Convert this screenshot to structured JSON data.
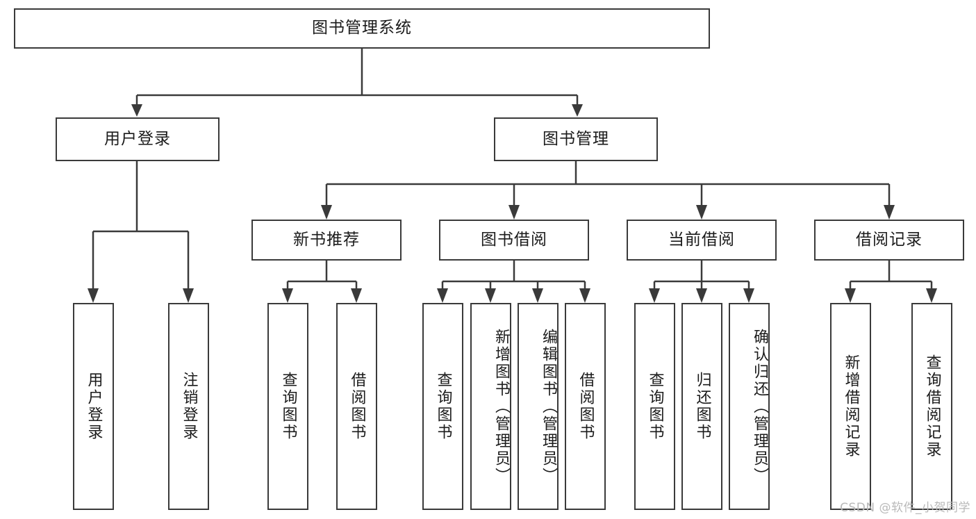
{
  "diagram": {
    "title": "图书管理系统",
    "type": "tree-hierarchy",
    "root": {
      "id": "root",
      "label": "图书管理系统"
    },
    "level2": [
      {
        "id": "user-login",
        "label": "用户登录"
      },
      {
        "id": "book-manage",
        "label": "图书管理"
      }
    ],
    "level3": [
      {
        "id": "new-book-rec",
        "label": "新书推荐"
      },
      {
        "id": "book-borrow",
        "label": "图书借阅"
      },
      {
        "id": "current-borrow",
        "label": "当前借阅"
      },
      {
        "id": "borrow-record",
        "label": "借阅记录"
      }
    ],
    "leaves": {
      "user_login": [
        {
          "id": "leaf-user-login",
          "label": "用户登录"
        },
        {
          "id": "leaf-user-logout",
          "label": "注销登录"
        }
      ],
      "new_book_rec": [
        {
          "id": "leaf-query-book-1",
          "label": "查询图书"
        },
        {
          "id": "leaf-borrow-book-1",
          "label": "借阅图书"
        }
      ],
      "book_borrow": [
        {
          "id": "leaf-query-book-2",
          "label": "查询图书"
        },
        {
          "id": "leaf-add-book",
          "label": "新增图书（管理员）"
        },
        {
          "id": "leaf-edit-book",
          "label": "编辑图书（管理员）"
        },
        {
          "id": "leaf-borrow-book-2",
          "label": "借阅图书"
        }
      ],
      "current_borrow": [
        {
          "id": "leaf-query-book-3",
          "label": "查询图书"
        },
        {
          "id": "leaf-return-book",
          "label": "归还图书"
        },
        {
          "id": "leaf-confirm-return",
          "label": "确认归还（管理员）"
        }
      ],
      "borrow_record": [
        {
          "id": "leaf-add-record",
          "label": "新增借阅记录"
        },
        {
          "id": "leaf-query-record",
          "label": "查询借阅记录"
        }
      ]
    }
  },
  "watermark": {
    "text": "CSDN @软件_小贺同学"
  },
  "colors": {
    "border": "#3a3a3a",
    "background": "#ffffff",
    "text": "#1b1b1b",
    "watermark": "#b9b9b9"
  }
}
